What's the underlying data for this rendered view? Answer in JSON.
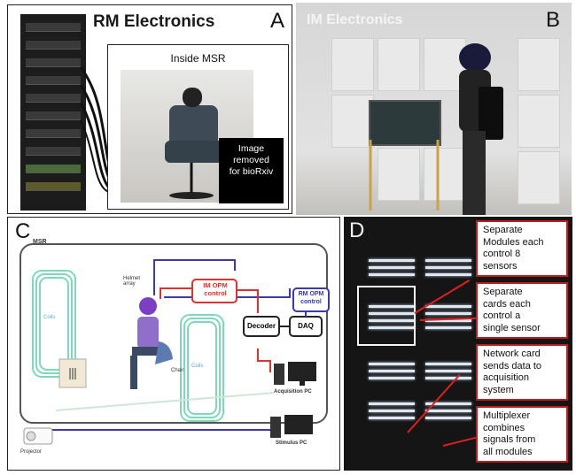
{
  "panelA": {
    "letter": "A",
    "title": "RM Electronics",
    "inset_caption": "Inside MSR",
    "removed_note": [
      "Image",
      "removed",
      "for bioRxiv"
    ]
  },
  "panelB": {
    "letter": "B",
    "title": "IM Electronics"
  },
  "panelC": {
    "letter": "C",
    "msr_label": "MSR",
    "im_control": [
      "IM OPM",
      "control"
    ],
    "rm_control": [
      "RM OPM",
      "control"
    ],
    "decoder": "Decoder",
    "daq": "DAQ",
    "acquisition_pc": "Acquisition PC",
    "stimulus_pc": "Stimulus PC",
    "coil_label": "Coils",
    "helmet_label": [
      "Helmet",
      "array"
    ],
    "chair_label": "Chair",
    "projector_label": "Projector"
  },
  "panelD": {
    "letter": "D",
    "callouts": [
      [
        "Separate",
        "Modules each",
        "control 8",
        "sensors"
      ],
      [
        "Separate",
        "cards each",
        "control a",
        "single sensor"
      ],
      [
        "Network card",
        "sends data to",
        "acquisition",
        "system"
      ],
      [
        "Multiplexer",
        "combines",
        "signals from",
        "all modules"
      ]
    ]
  },
  "colors": {
    "callout_border": "#c11a1a",
    "arrow": "#e02020",
    "im_red": "#e03030",
    "rm_blue": "#3a3aa8",
    "coil_green": "#7fd9b8",
    "helmet_purple": "#7b3fc4"
  }
}
